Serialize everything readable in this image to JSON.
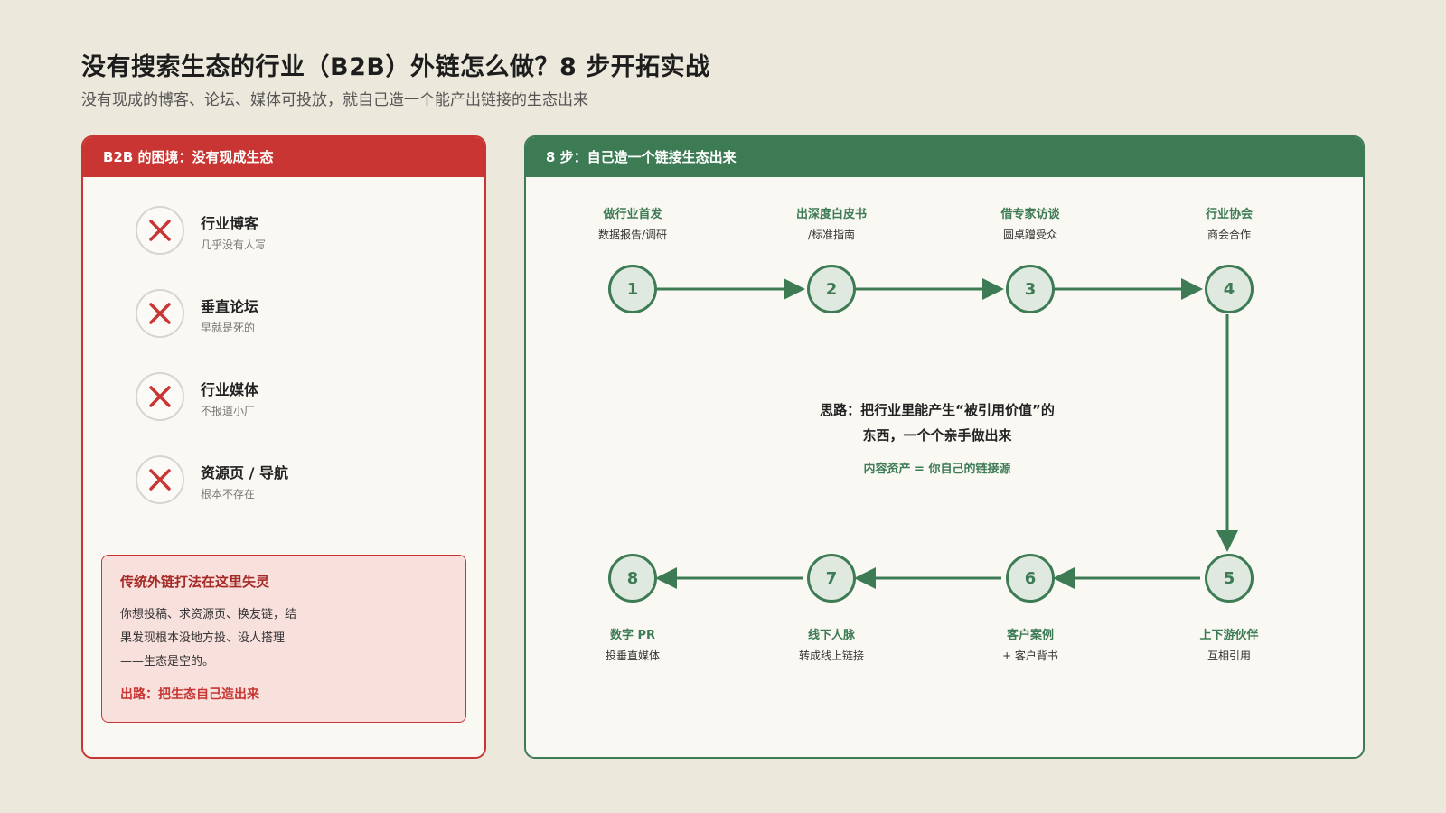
{
  "header": {
    "title": "没有搜索生态的行业（B2B）外链怎么做？8 步开拓实战",
    "subtitle": "没有现成的博客、论坛、媒体可投放，就自己造一个能产出链接的生态出来"
  },
  "left_panel": {
    "title": "B2B 的困境：没有现成生态",
    "items": [
      {
        "title": "行业博客",
        "sub": "几乎没有人写"
      },
      {
        "title": "垂直论坛",
        "sub": "早就是死的"
      },
      {
        "title": "行业媒体",
        "sub": "不报道小厂"
      },
      {
        "title": "资源页 / 导航",
        "sub": "根本不存在"
      }
    ],
    "fail_box": {
      "title": "传统外链打法在这里失灵",
      "body": "你想投稿、求资源页、换友链，结果发现根本没地方投、没人搭理——生态是空的。",
      "outlet": "出路：把生态自己造出来"
    }
  },
  "right_panel": {
    "title": "8 步：自己造一个链接生态出来",
    "steps": [
      {
        "num": "1",
        "title": "做行业首发",
        "sub": "数据报告/调研"
      },
      {
        "num": "2",
        "title": "出深度白皮书",
        "sub": "/标准指南"
      },
      {
        "num": "3",
        "title": "借专家访谈",
        "sub": "圆桌蹭受众"
      },
      {
        "num": "4",
        "title": "行业协会",
        "sub": "商会合作"
      },
      {
        "num": "5",
        "title": "上下游伙伴",
        "sub": "互相引用"
      },
      {
        "num": "6",
        "title": "客户案例",
        "sub": "+ 客户背书"
      },
      {
        "num": "7",
        "title": "线下人脉",
        "sub": "转成线上链接"
      },
      {
        "num": "8",
        "title": "数字 PR",
        "sub": "投垂直媒体"
      }
    ],
    "center": {
      "line1": "思路：把行业里能产生“被引用价值”的",
      "line2": "东西，一个个亲手做出来",
      "accent": "内容资产 = 你自己的链接源"
    }
  },
  "colors": {
    "background": "#ece8dc",
    "red": "#c93532",
    "green": "#3d7b55",
    "fail_box_bg": "#f8e0dd",
    "circle_fill": "#dfe9df"
  }
}
